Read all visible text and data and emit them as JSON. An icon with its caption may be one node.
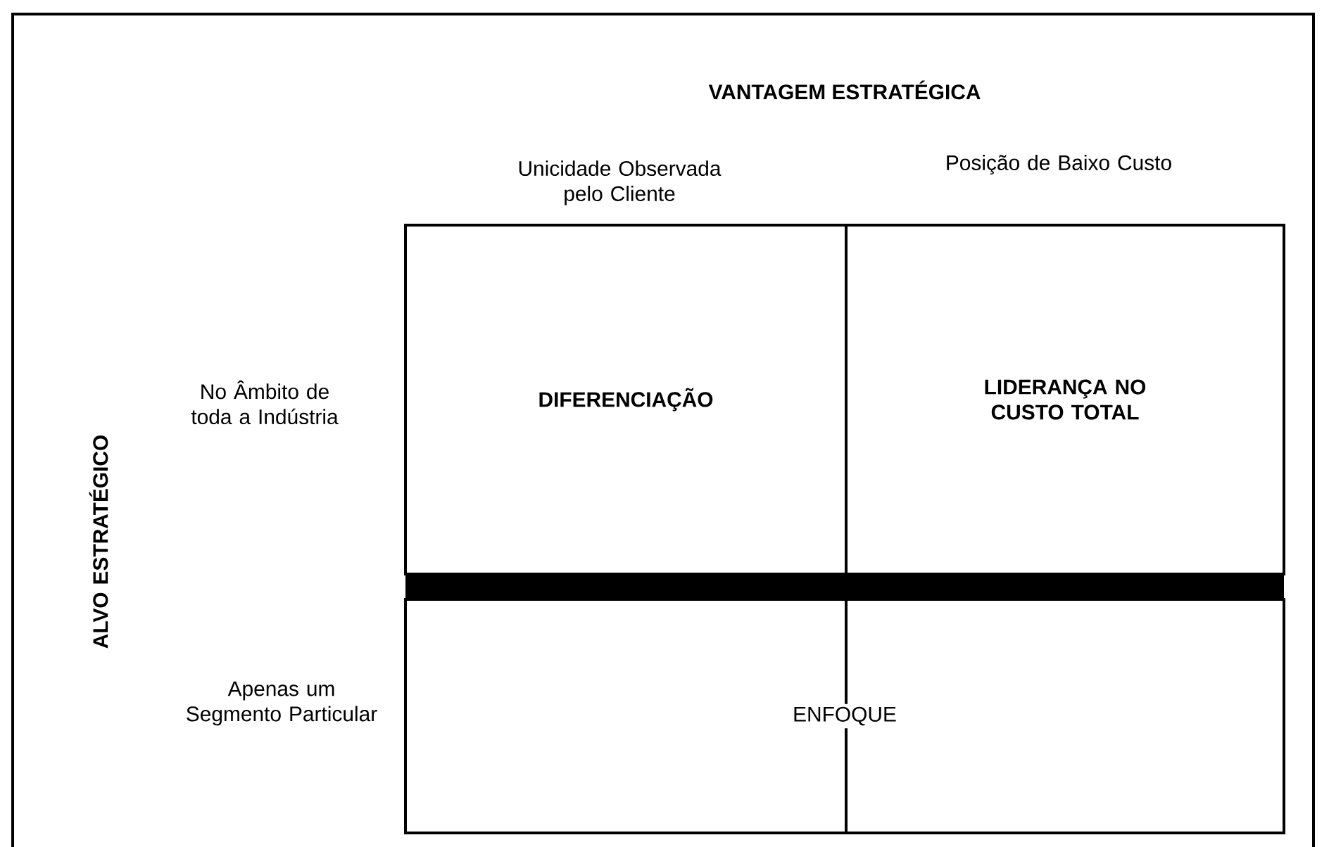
{
  "diagram": {
    "title": "VANTAGEM ESTRATÉGICA",
    "nodes": [
      {
        "text": [
          "DIFERENCIAÇÃO"
        ]
      },
      {
        "text": [
          "LIDERANÇA NO CUSTO TOTAL"
        ]
      },
      {
        "text": [
          "ENFOQUE"
        ]
      }
    ],
    "labels": [
      "Unicidade Observada pelo Cliente",
      "Posição de Baixo Custo",
      "ALVO ESTRATÉGICO",
      "No Âmbito de toda a Indústria",
      "Apenas um Segmento Particular"
    ]
  }
}
